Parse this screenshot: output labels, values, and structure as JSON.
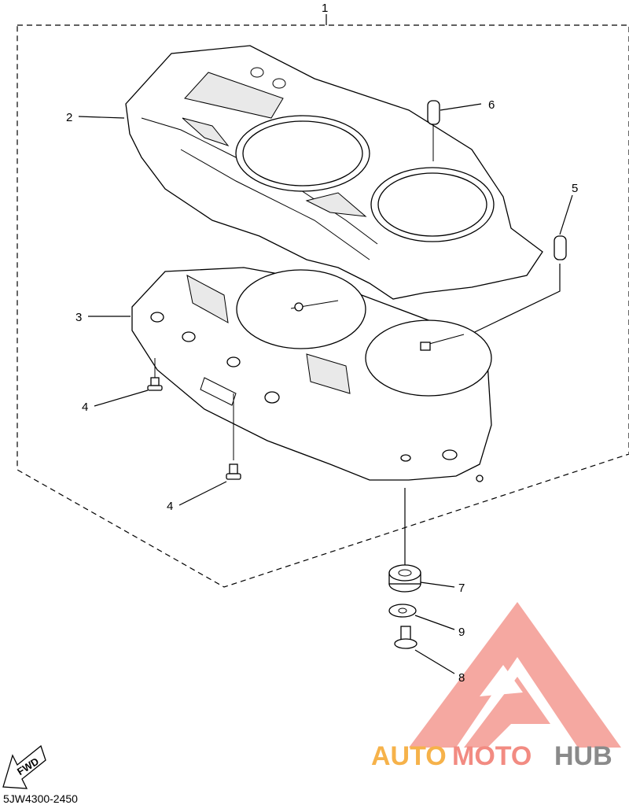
{
  "diagram": {
    "callouts": {
      "c1": "1",
      "c2": "2",
      "c3": "3",
      "c4a": "4",
      "c4b": "4",
      "c5": "5",
      "c6": "6",
      "c7": "7",
      "c8": "8",
      "c9": "9"
    },
    "fwd_label": "FWD",
    "part_code": "5JW4300-2450"
  },
  "watermark": {
    "part1": "AUTO",
    "part2": "MOTO",
    "part3": "HUB",
    "colors": {
      "auto": "#f6b24a",
      "moto": "#f28b82",
      "hub": "#8a8a8a",
      "logo": "#f08a80"
    }
  }
}
